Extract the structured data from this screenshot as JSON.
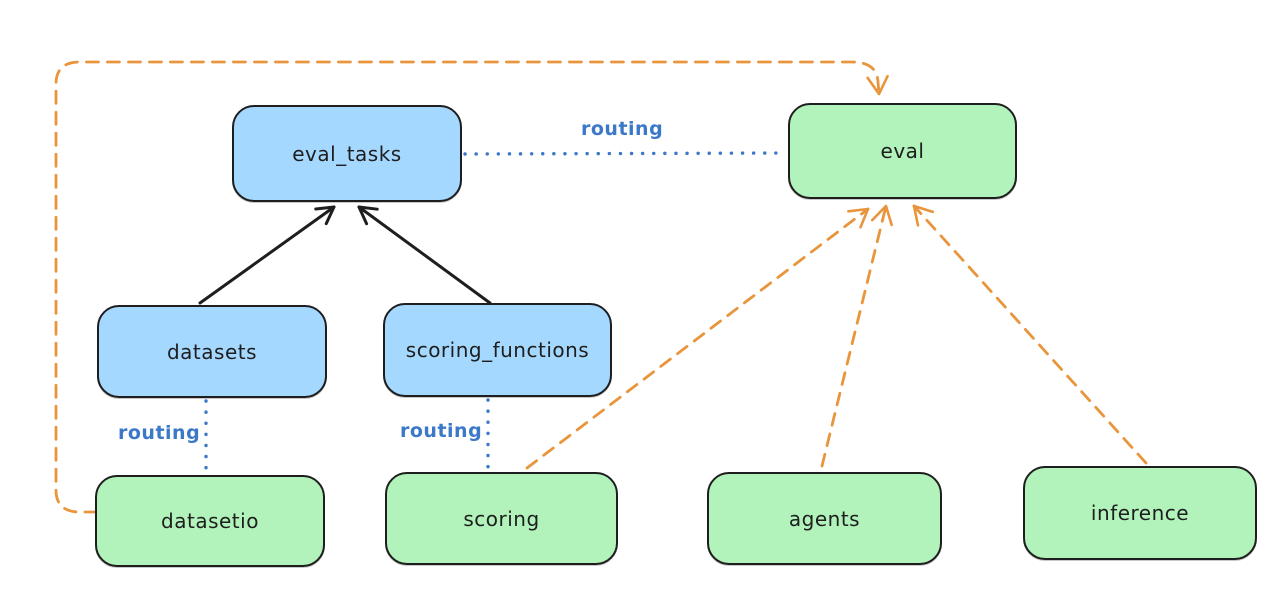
{
  "diagram": {
    "title": "",
    "nodes": [
      {
        "id": "eval_tasks",
        "label": "eval_tasks",
        "fill": "#a5d8ff"
      },
      {
        "id": "eval",
        "label": "eval",
        "fill": "#b2f2bb"
      },
      {
        "id": "datasets",
        "label": "datasets",
        "fill": "#a5d8ff"
      },
      {
        "id": "scoring_functions",
        "label": "scoring_functions",
        "fill": "#a5d8ff"
      },
      {
        "id": "datasetio",
        "label": "datasetio",
        "fill": "#b2f2bb"
      },
      {
        "id": "scoring",
        "label": "scoring",
        "fill": "#b2f2bb"
      },
      {
        "id": "agents",
        "label": "agents",
        "fill": "#b2f2bb"
      },
      {
        "id": "inference",
        "label": "inference",
        "fill": "#b2f2bb"
      }
    ],
    "edges": [
      {
        "from": "eval_tasks",
        "to": "eval",
        "label": "routing",
        "style": "dotted-blue"
      },
      {
        "from": "datasets",
        "to": "datasetio",
        "label": "routing",
        "style": "dotted-blue"
      },
      {
        "from": "scoring_functions",
        "to": "scoring",
        "label": "routing",
        "style": "dotted-blue"
      },
      {
        "from": "datasets",
        "to": "eval_tasks",
        "label": "",
        "style": "solid-black-arrow"
      },
      {
        "from": "scoring_functions",
        "to": "eval_tasks",
        "label": "",
        "style": "solid-black-arrow"
      },
      {
        "from": "datasetio",
        "to": "eval",
        "label": "",
        "style": "dashed-orange-arrow"
      },
      {
        "from": "scoring",
        "to": "eval",
        "label": "",
        "style": "dashed-orange-arrow"
      },
      {
        "from": "agents",
        "to": "eval",
        "label": "",
        "style": "dashed-orange-arrow"
      },
      {
        "from": "inference",
        "to": "eval",
        "label": "",
        "style": "dashed-orange-arrow"
      }
    ],
    "colors": {
      "node_blue_fill": "#a5d8ff",
      "node_green_fill": "#b2f2bb",
      "node_stroke": "#1e1e1e",
      "edge_blue": "#3b78c8",
      "edge_orange": "#e8953c",
      "edge_black": "#1e1e1e",
      "background": "#ffffff"
    }
  }
}
